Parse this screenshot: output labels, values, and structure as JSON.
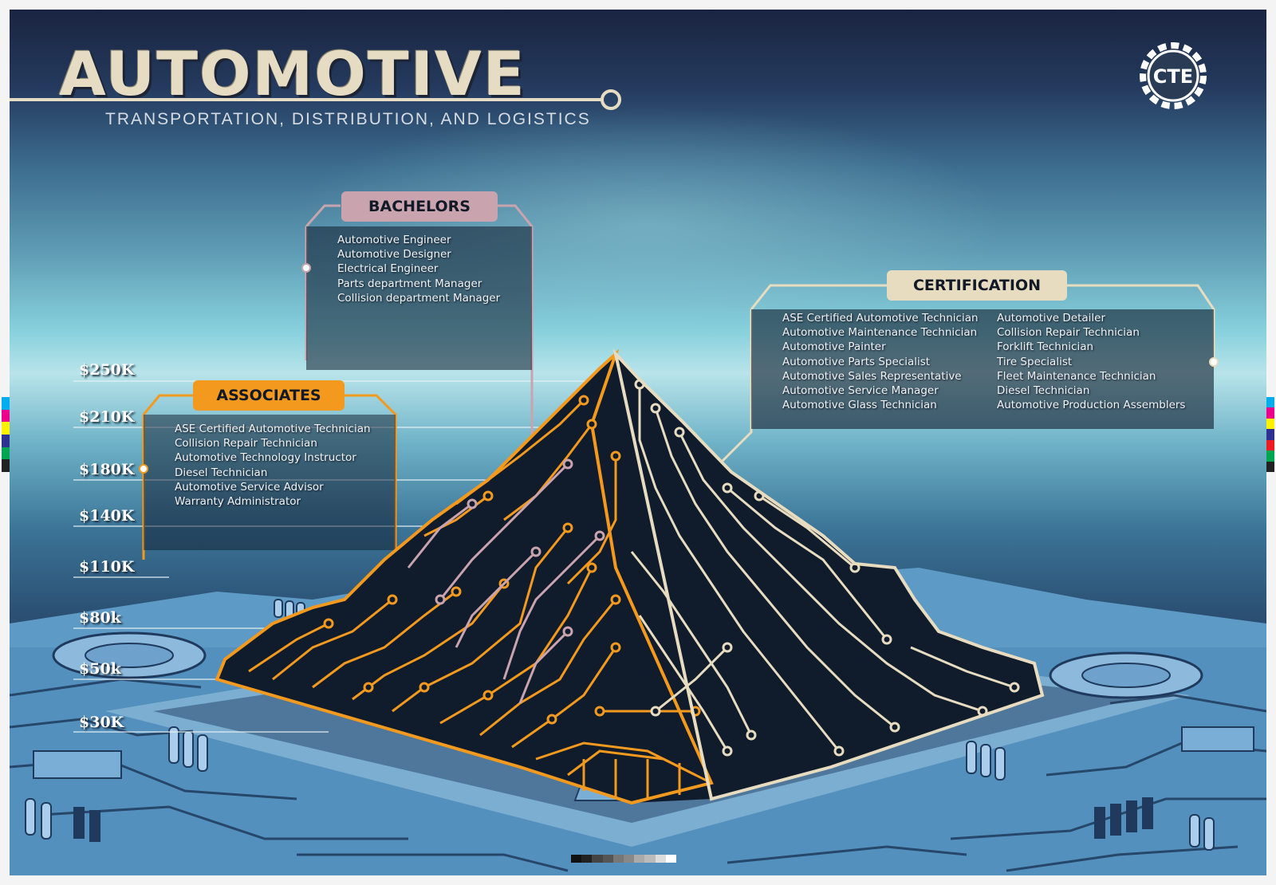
{
  "title": "AUTOMOTIVE",
  "subtitle": "TRANSPORTATION, DISTRIBUTION, AND LOGISTICS",
  "logo": {
    "text": "CTE",
    "icon": "gear-icon"
  },
  "salary_levels": [
    "$250K",
    "$210K",
    "$180K",
    "$140K",
    "$110K",
    "$80k",
    "$50k",
    "$30K"
  ],
  "bachelors": {
    "label": "BACHELORS",
    "items": [
      "Automotive Engineer",
      "Automotive Designer",
      "Electrical Engineer",
      "Parts department Manager",
      "Collision department Manager"
    ]
  },
  "associates": {
    "label": "ASSOCIATES",
    "items": [
      "ASE Certified Automotive Technician",
      "Collision Repair Technician",
      "Automotive Technology Instructor",
      "Diesel Technician",
      "Automotive Service Advisor",
      "Warranty Administrator"
    ]
  },
  "certification": {
    "label": "CERTIFICATION",
    "items_left": [
      "ASE Certified Automotive Technician",
      "Automotive Maintenance Technician",
      "Automotive Painter",
      "Automotive Parts Specialist",
      "Automotive Sales Representative",
      "Automotive Service Manager",
      "Automotive Glass Technician"
    ],
    "items_right": [
      "Automotive Detailer",
      "Collision Repair Technician",
      "Forklift Technician",
      "Tire Specialist",
      "Fleet Maintenance Technician",
      "Diesel Technician",
      "Automotive Production Assemblers"
    ]
  },
  "colors": {
    "title": "#e6dcc3",
    "associates": "#f39a1e",
    "bachelors": "#c9a3ad",
    "certification": "#e8dcc0",
    "pyramid": "#101b2c",
    "board": "#4f8cb8"
  }
}
